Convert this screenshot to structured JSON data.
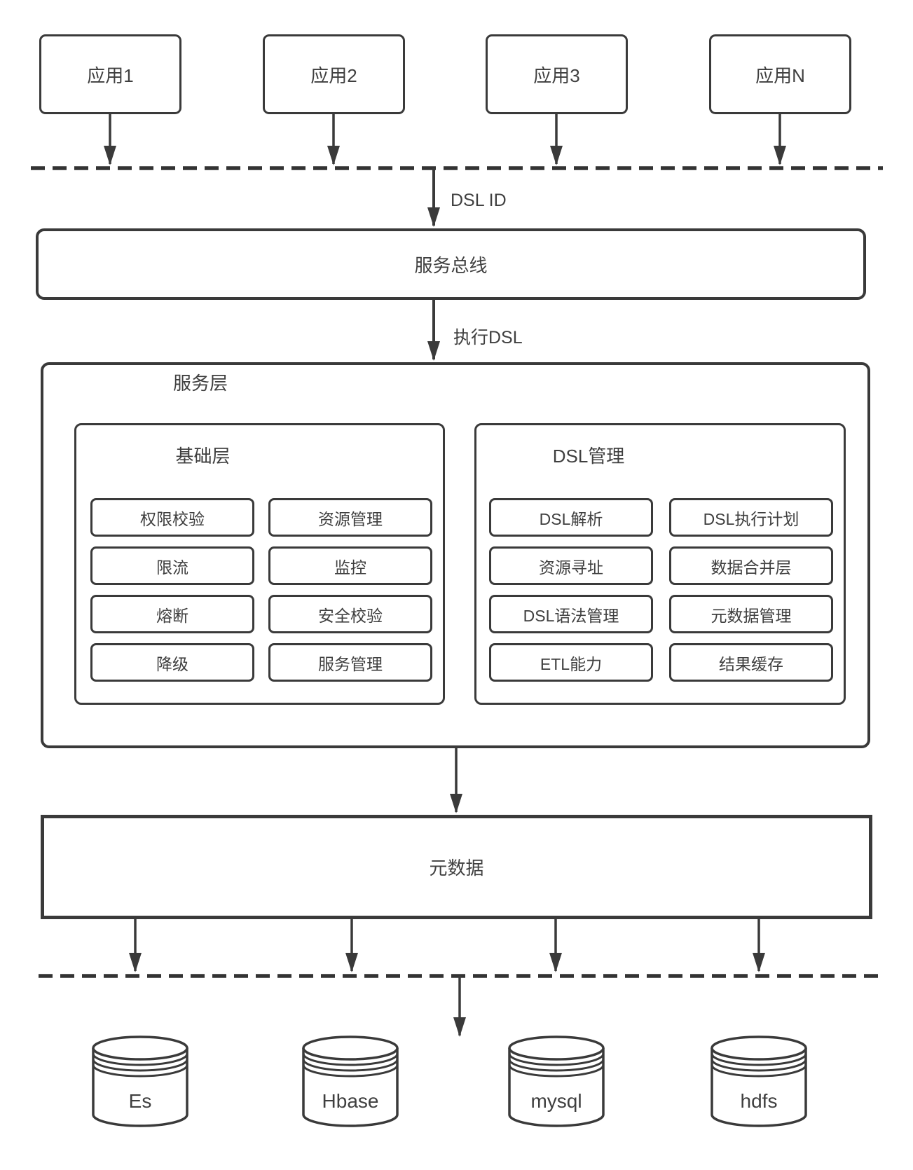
{
  "apps": [
    {
      "label": "应用1"
    },
    {
      "label": "应用2"
    },
    {
      "label": "应用3"
    },
    {
      "label": "应用N"
    }
  ],
  "edges": {
    "dsl_id_label": "DSL ID",
    "execute_dsl_label": "执行DSL"
  },
  "service_bus": {
    "label": "服务总线"
  },
  "service_layer": {
    "title": "服务层",
    "base": {
      "title": "基础层",
      "items": [
        "权限校验",
        "资源管理",
        "限流",
        "监控",
        "熔断",
        "安全校验",
        "降级",
        "服务管理"
      ]
    },
    "dsl": {
      "title": "DSL管理",
      "items": [
        "DSL解析",
        "DSL执行计划",
        "资源寻址",
        "数据合并层",
        "DSL语法管理",
        "元数据管理",
        "ETL能力",
        "结果缓存"
      ]
    }
  },
  "metadata": {
    "label": "元数据"
  },
  "datastores": [
    {
      "label": "Es"
    },
    {
      "label": "Hbase"
    },
    {
      "label": "mysql"
    },
    {
      "label": "hdfs"
    }
  ],
  "icons": {
    "datastore": "database-cylinder-icon",
    "connector": "arrow-down-icon"
  },
  "colors": {
    "line": "#3a3a3a",
    "text": "#3f3f3f",
    "background": "#ffffff"
  }
}
